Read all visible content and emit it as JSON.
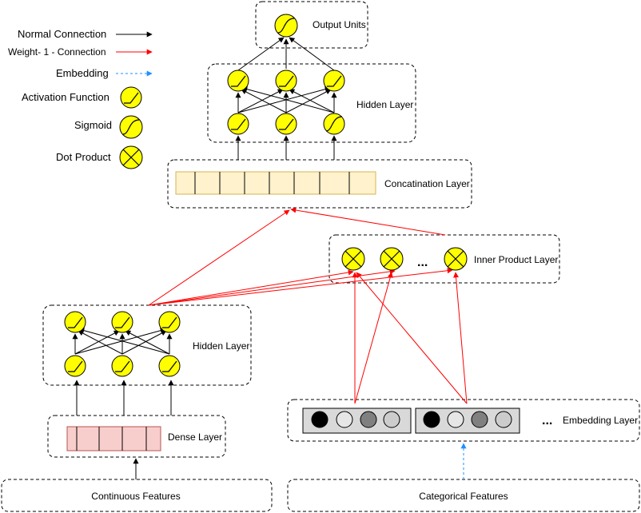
{
  "legend": {
    "normal_connection": "Normal Connection",
    "weight_connection": "Weight- 1 - Connection",
    "embedding": "Embedding",
    "activation_function": "Activation Function",
    "sigmoid": "Sigmoid",
    "dot_product": "Dot Product"
  },
  "layers": {
    "output_units": "Output Units",
    "hidden_top": "Hidden Layer",
    "concatination": "Concatination Layer",
    "inner_product": "Inner Product Layer",
    "hidden_bottom": "Hidden Layer",
    "dense": "Dense Layer",
    "embedding": "Embedding Layer",
    "continuous": "Continuous Features",
    "categorical": "Categorical Features"
  },
  "ellipsis": "...",
  "colors": {
    "node_fill": "#ffff00",
    "concat_cell": "#fff2cc",
    "concat_border": "#d6b656",
    "dense_cell": "#f8cecc",
    "dense_border": "#b85450",
    "embed_group": "#d9d9d9",
    "embed_dots": [
      "#000000",
      "#e6e6e6",
      "#808080",
      "#cccccc"
    ],
    "weight_arrow": "#ff0000",
    "embedding_arrow": "#1e90ff"
  }
}
